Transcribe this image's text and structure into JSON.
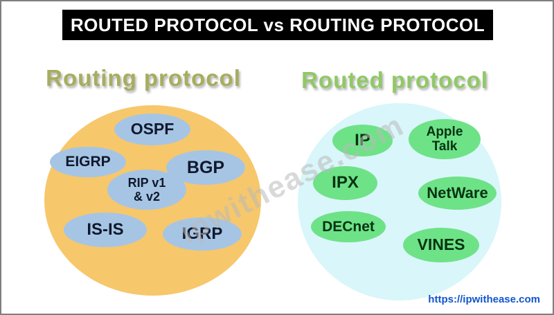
{
  "header": {
    "title": "ROUTED PROTOCOL vs ROUTING PROTOCOL"
  },
  "left_group": {
    "title": "Routing protocol",
    "items": [
      "OSPF",
      "EIGRP",
      "BGP",
      "RIP v1\n& v2",
      "IS-IS",
      "IGRP"
    ]
  },
  "right_group": {
    "title": "Routed protocol",
    "items": [
      "IP",
      "Apple\nTalk",
      "IPX",
      "NetWare",
      "DECnet",
      "VINES"
    ]
  },
  "watermark": "ipwithease.com",
  "footer": {
    "link": "https://ipwithease.com"
  },
  "colors": {
    "header_bg": "#000000",
    "header_text": "#ffffff",
    "left_title": "#a8ad5e",
    "right_title": "#8fc964",
    "left_group_ellipse": "#f7c76b",
    "right_group_ellipse": "#d9f6fa",
    "left_bubble": "#a6c5e5",
    "right_bubble": "#6ee287",
    "link": "#1155cc"
  }
}
